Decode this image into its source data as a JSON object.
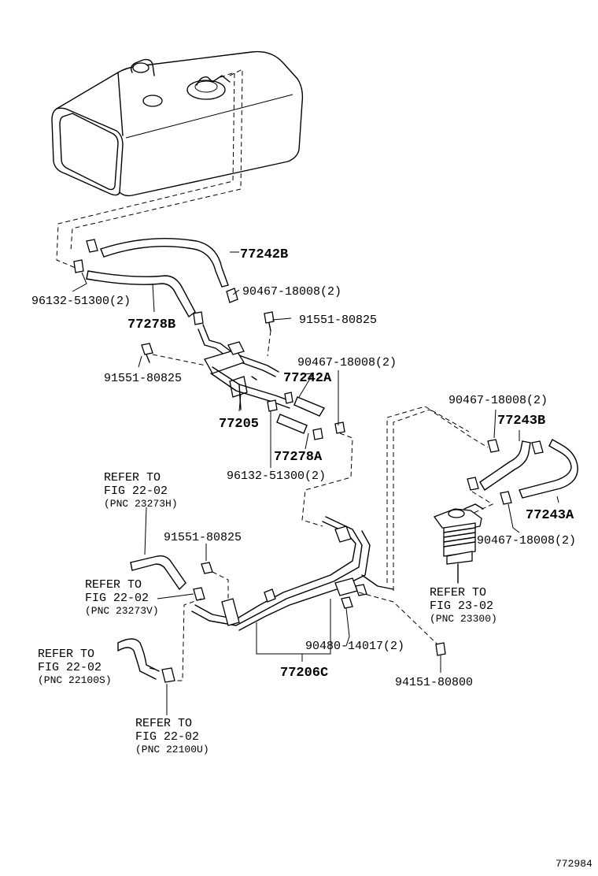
{
  "labels": {
    "p77242B": "77242B",
    "p96132_top": "96132-51300(2)",
    "p90467_top": "90467-18008(2)",
    "p77278B": "77278B",
    "p91551_a": "91551-80825",
    "p91551_b": "91551-80825",
    "p90467_mid": "90467-18008(2)",
    "p77242A": "77242A",
    "p77205": "77205",
    "p77278A": "77278A",
    "p96132_mid": "96132-51300(2)",
    "p90467_right_top": "90467-18008(2)",
    "p77243B": "77243B",
    "p77243A": "77243A",
    "p90467_right_bot": "90467-18008(2)",
    "p91551_c": "91551-80825",
    "p90480": "90480-14017(2)",
    "p77206C": "77206C",
    "p94151": "94151-80800",
    "figure_id": "772984"
  },
  "refers": {
    "r1": {
      "line1": "REFER TO",
      "line2": "FIG 22-02",
      "line3": "(PNC 23273H)"
    },
    "r2": {
      "line1": "REFER TO",
      "line2": "FIG 22-02",
      "line3": "(PNC 23273V)"
    },
    "r3": {
      "line1": "REFER TO",
      "line2": "FIG 22-02",
      "line3": "(PNC 22100S)"
    },
    "r4": {
      "line1": "REFER TO",
      "line2": "FIG 22-02",
      "line3": "(PNC 22100U)"
    },
    "r5": {
      "line1": "REFER TO",
      "line2": "FIG 23-02",
      "line3": "(PNC 23300)"
    }
  }
}
